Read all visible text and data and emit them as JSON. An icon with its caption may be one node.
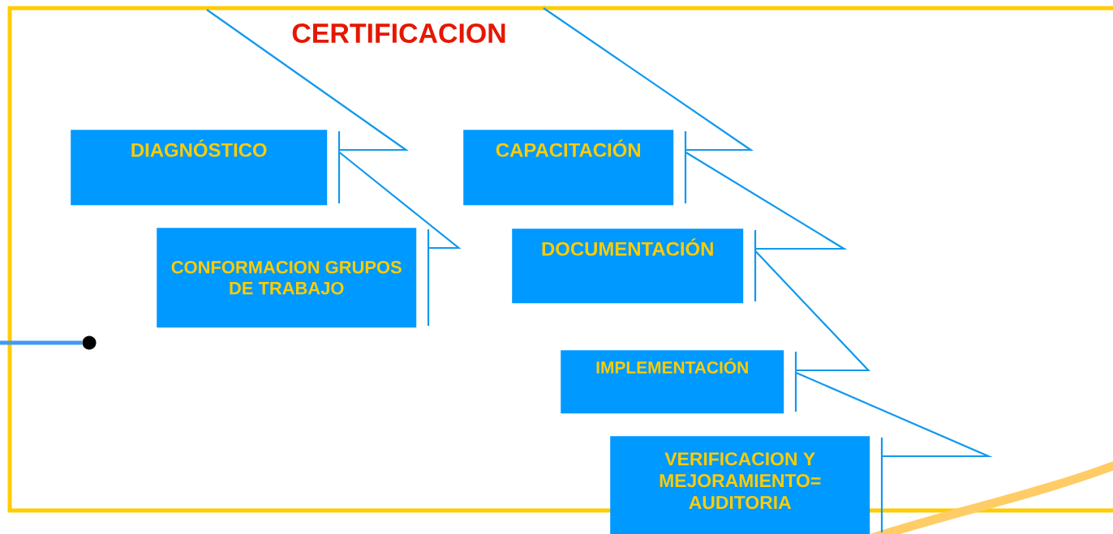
{
  "diagram": {
    "title": "CERTIFICACION",
    "nodes": [
      {
        "text": [
          "DIAGNÓSTICO"
        ]
      },
      {
        "text": [
          "CONFORMACION GRUPOS DE TRABAJO"
        ]
      },
      {
        "text": [
          "CAPACITACIÓN"
        ]
      },
      {
        "text": [
          "DOCUMENTACIÓN"
        ]
      },
      {
        "text": [
          "IMPLEMENTACIÓN"
        ]
      },
      {
        "text": [
          "VERIFICACION Y MEJORAMIENTO= AUDITORIA"
        ]
      },
      {
        "text": [],
        "shape": "circle"
      }
    ],
    "edges": [
      {
        "from": null,
        "to": 0,
        "arrow": "none"
      },
      {
        "from": 0,
        "to": 1,
        "arrow": "none"
      },
      {
        "from": null,
        "to": 2,
        "arrow": "none"
      },
      {
        "from": 2,
        "to": 3,
        "arrow": "none"
      },
      {
        "from": 3,
        "to": 4,
        "arrow": "none"
      },
      {
        "from": 4,
        "to": 5,
        "arrow": "none"
      },
      {
        "from": null,
        "to": 6,
        "arrow": "none",
        "style": "thick",
        "color": "#4499ee"
      }
    ]
  }
}
